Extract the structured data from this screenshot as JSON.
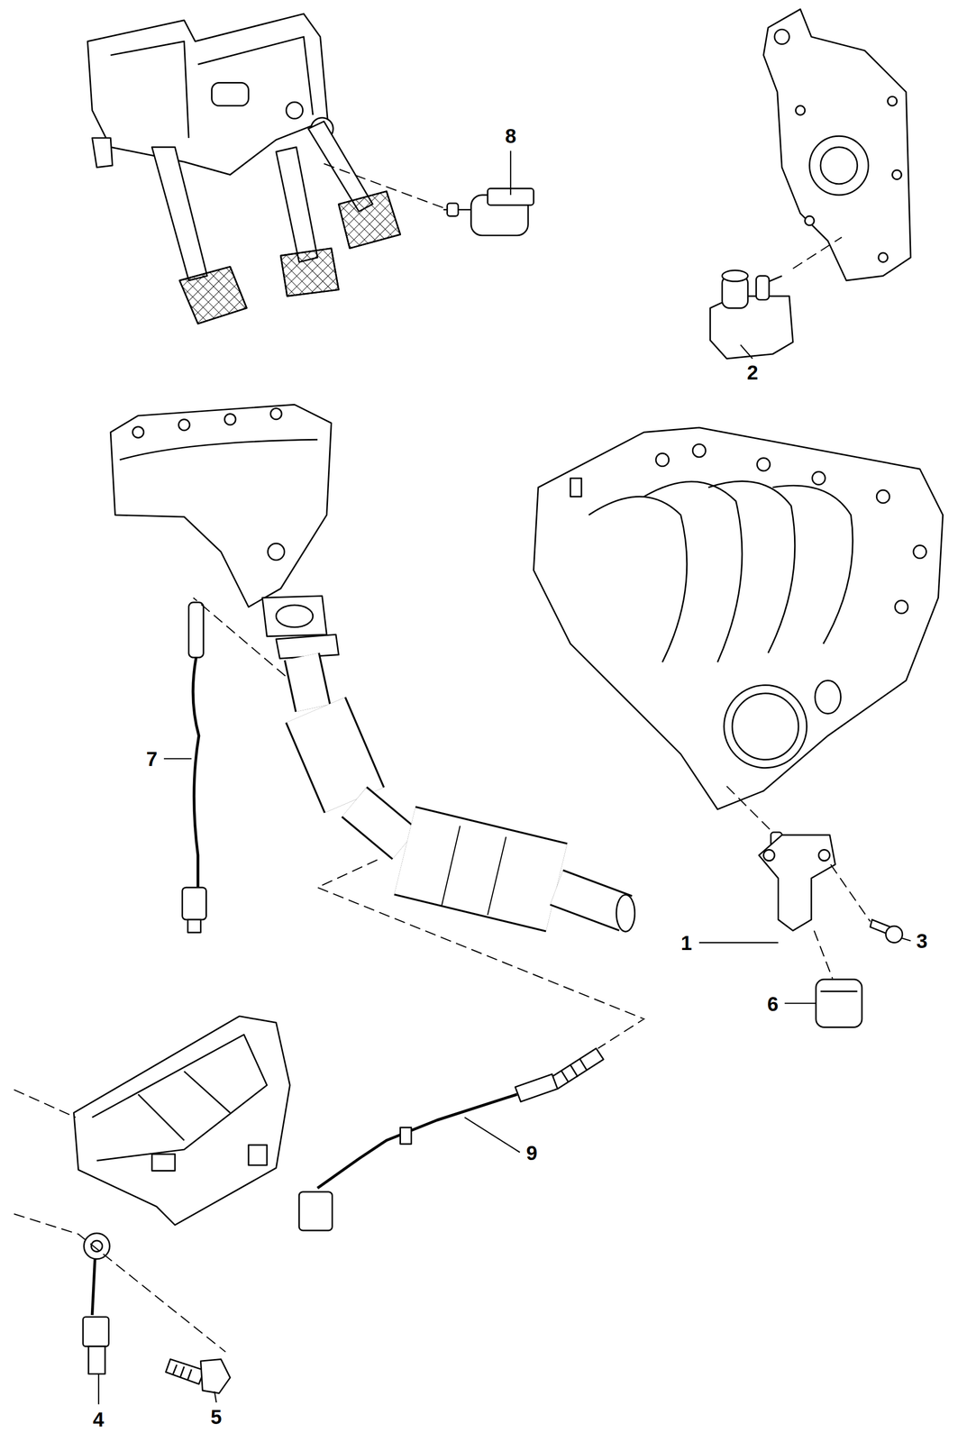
{
  "diagram": {
    "labels": [
      "8",
      "2",
      "7",
      "1",
      "3",
      "6",
      "9",
      "4",
      "5"
    ]
  }
}
